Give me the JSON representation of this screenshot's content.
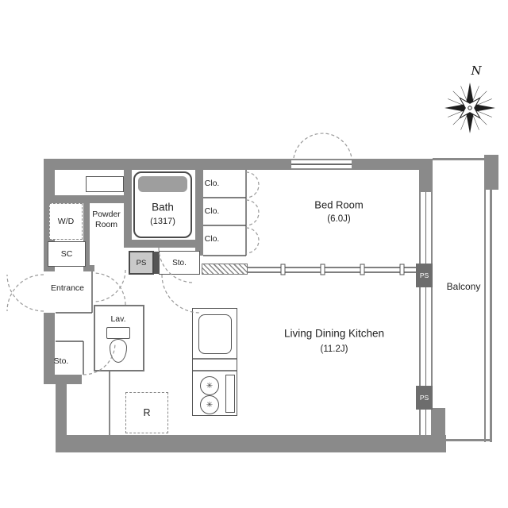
{
  "compass": {
    "label": "N"
  },
  "glyphs": {
    "burner": "✳"
  },
  "rooms": {
    "bath": {
      "name": "Bath",
      "size": "(1317)"
    },
    "closets": [
      {
        "name": "Clo."
      },
      {
        "name": "Clo."
      },
      {
        "name": "Clo."
      }
    ],
    "bedroom": {
      "name": "Bed Room",
      "size": "(6.0J)"
    },
    "balcony": {
      "name": "Balcony"
    },
    "ldk": {
      "name": "Living Dining Kitchen",
      "size": "(11.2J)"
    },
    "powder": {
      "line1": "Powder",
      "line2": "Room"
    },
    "wd": {
      "name": "W/D"
    },
    "sc": {
      "name": "SC"
    },
    "entrance": {
      "name": "Entrance"
    },
    "lav": {
      "name": "Lav."
    },
    "sto_hall": {
      "name": "Sto."
    },
    "sto_lower": {
      "name": "Sto."
    },
    "ps_hall": {
      "name": "PS"
    },
    "ps_wall_upper": {
      "name": "PS"
    },
    "ps_wall_lower": {
      "name": "PS"
    },
    "fridge": {
      "name": "R"
    }
  }
}
